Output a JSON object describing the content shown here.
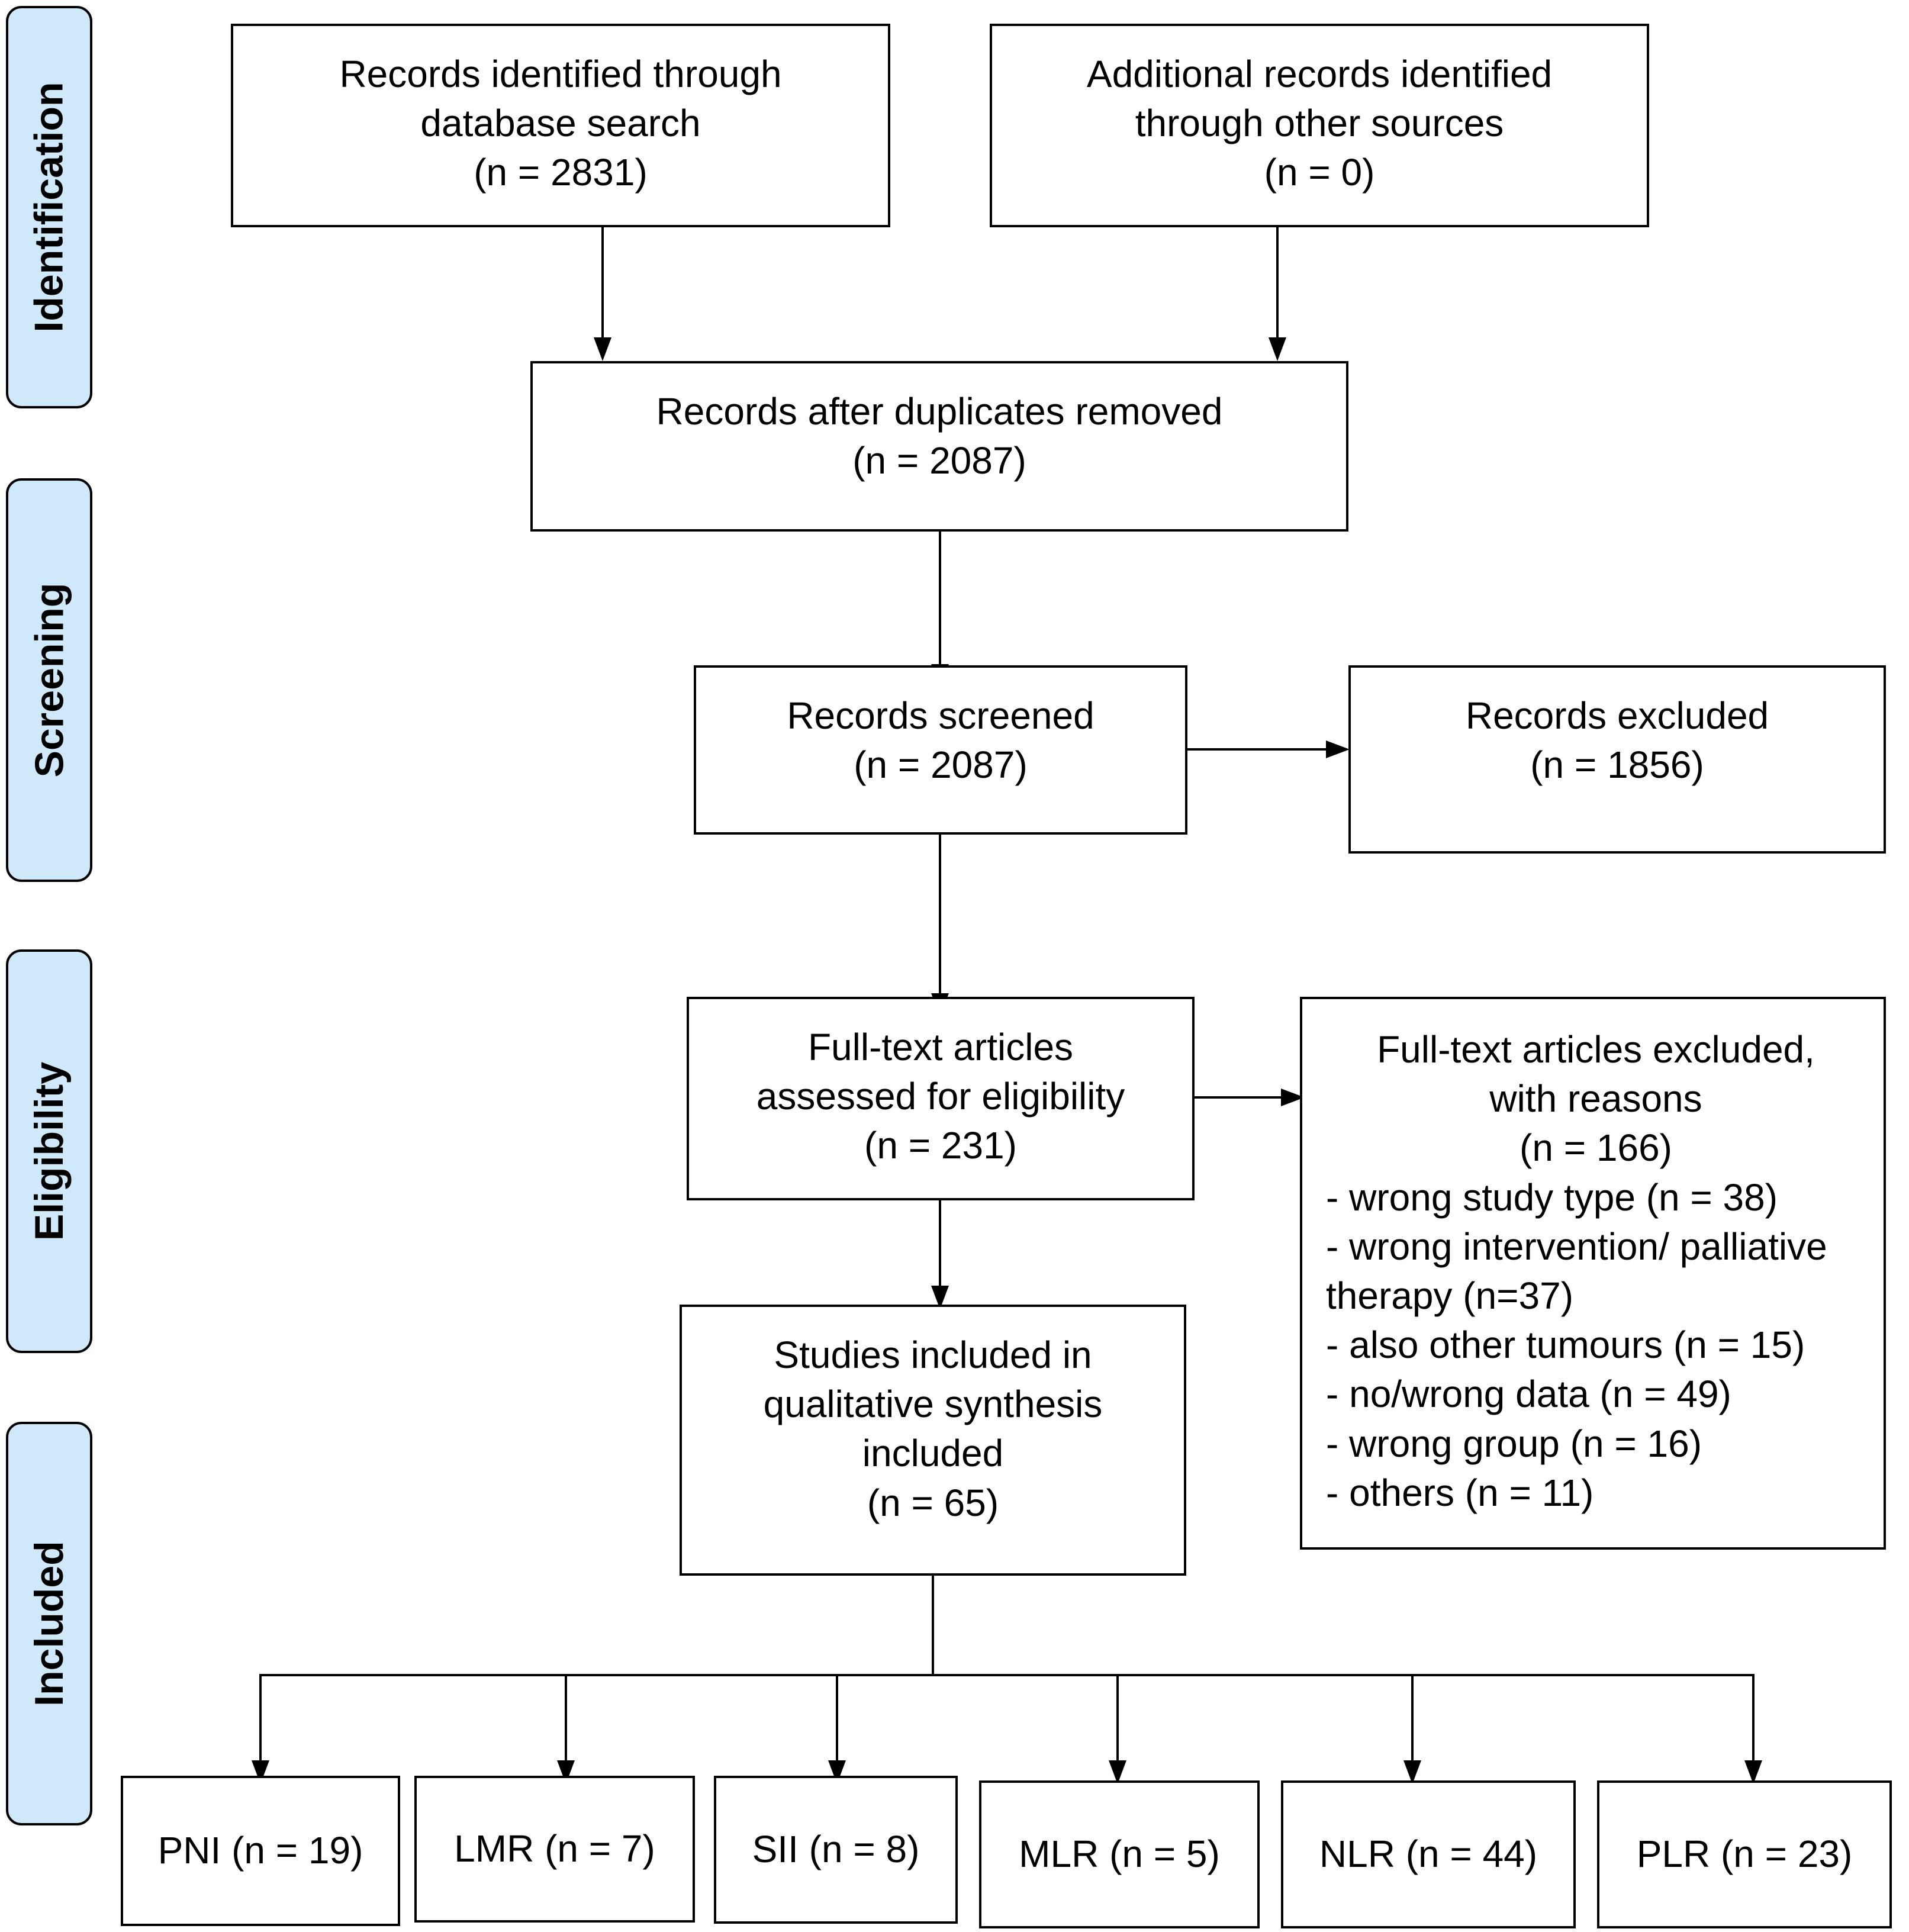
{
  "phases": {
    "identification": "Identification",
    "screening": "Screening",
    "eligibility": "Eligibility",
    "included": "Included"
  },
  "identification": {
    "database": {
      "line1": "Records identified through",
      "line2": "database search",
      "line3": "(n = 2831)"
    },
    "other": {
      "line1": "Additional records identified",
      "line2": "through other sources",
      "line3": "(n = 0)"
    }
  },
  "screening": {
    "duplicates_removed": {
      "line1": "Records after duplicates removed",
      "line2": "(n = 2087)"
    },
    "screened": {
      "line1": "Records screened",
      "line2": "(n = 2087)"
    },
    "excluded": {
      "line1": "Records excluded",
      "line2": "(n = 1856)"
    }
  },
  "eligibility": {
    "assessed": {
      "line1": "Full-text articles",
      "line2": "assessed for eligibility",
      "line3": "(n = 231)"
    },
    "excluded": {
      "line1": "Full-text articles excluded,",
      "line2": "with reasons",
      "line3": "(n = 166)",
      "reasons": [
        "- wrong study type (n = 38)",
        "- wrong intervention/ palliative",
        "therapy (n=37)",
        "- also other tumours (n = 15)",
        "- no/wrong data (n = 49)",
        "- wrong group (n = 16)",
        "- others (n = 11)"
      ]
    }
  },
  "included": {
    "qualitative": {
      "line1": "Studies included in",
      "line2": "qualitative synthesis",
      "line3": "included",
      "line4": "(n = 65)"
    },
    "markers": [
      "PNI (n = 19)",
      "LMR (n = 7)",
      "SII (n = 8)",
      "MLR (n = 5)",
      "NLR (n = 44)",
      "PLR (n = 23)"
    ]
  },
  "colors": {
    "phase_fill": "#cfe9fb",
    "stroke": "#000000",
    "box_fill": "#ffffff"
  }
}
